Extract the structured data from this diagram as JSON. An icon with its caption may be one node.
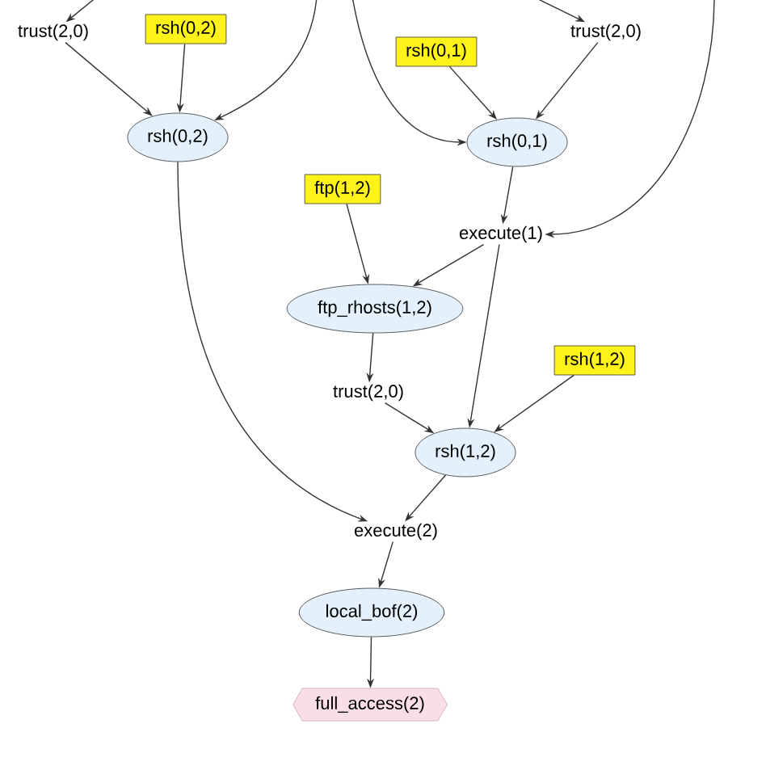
{
  "diagram": {
    "nodes": [
      {
        "text": [
          "trust(2,0)"
        ]
      },
      {
        "text": [
          "rsh(0,2)"
        ]
      },
      {
        "text": [
          "rsh(0,2)"
        ]
      },
      {
        "text": [
          "rsh(0,1)"
        ]
      },
      {
        "text": [
          "trust(2,0)"
        ]
      },
      {
        "text": [
          "rsh(0,1)"
        ]
      },
      {
        "text": [
          "ftp(1,2)"
        ]
      },
      {
        "text": [
          "execute(1)"
        ]
      },
      {
        "text": [
          "ftp_rhosts(1,2)"
        ]
      },
      {
        "text": [
          "trust(2,0)"
        ]
      },
      {
        "text": [
          "rsh(1,2)"
        ]
      },
      {
        "text": [
          "rsh(1,2)"
        ]
      },
      {
        "text": [
          "execute(2)"
        ]
      },
      {
        "text": [
          "local_bof(2)"
        ]
      },
      {
        "text": [
          "full_access(2)"
        ]
      }
    ],
    "edges": [
      {
        "from": null,
        "to": 0,
        "arrow": "to"
      },
      {
        "from": 0,
        "to": 2,
        "arrow": "to"
      },
      {
        "from": 1,
        "to": 2,
        "arrow": "to"
      },
      {
        "from": null,
        "to": 2,
        "arrow": "to"
      },
      {
        "from": null,
        "to": 4,
        "arrow": "to"
      },
      {
        "from": 3,
        "to": 5,
        "arrow": "to"
      },
      {
        "from": 4,
        "to": 5,
        "arrow": "to"
      },
      {
        "from": null,
        "to": 5,
        "arrow": "to"
      },
      {
        "from": 5,
        "to": 7,
        "arrow": "to"
      },
      {
        "from": null,
        "to": 7,
        "arrow": "to"
      },
      {
        "from": 6,
        "to": 8,
        "arrow": "to"
      },
      {
        "from": 7,
        "to": 8,
        "arrow": "to"
      },
      {
        "from": 7,
        "to": 11,
        "arrow": "to"
      },
      {
        "from": 8,
        "to": 9,
        "arrow": "to"
      },
      {
        "from": 9,
        "to": 11,
        "arrow": "to"
      },
      {
        "from": 10,
        "to": 11,
        "arrow": "to"
      },
      {
        "from": 2,
        "to": 12,
        "arrow": "to"
      },
      {
        "from": 11,
        "to": 12,
        "arrow": "to"
      },
      {
        "from": 12,
        "to": 13,
        "arrow": "to"
      },
      {
        "from": 13,
        "to": 14,
        "arrow": "to"
      }
    ]
  }
}
